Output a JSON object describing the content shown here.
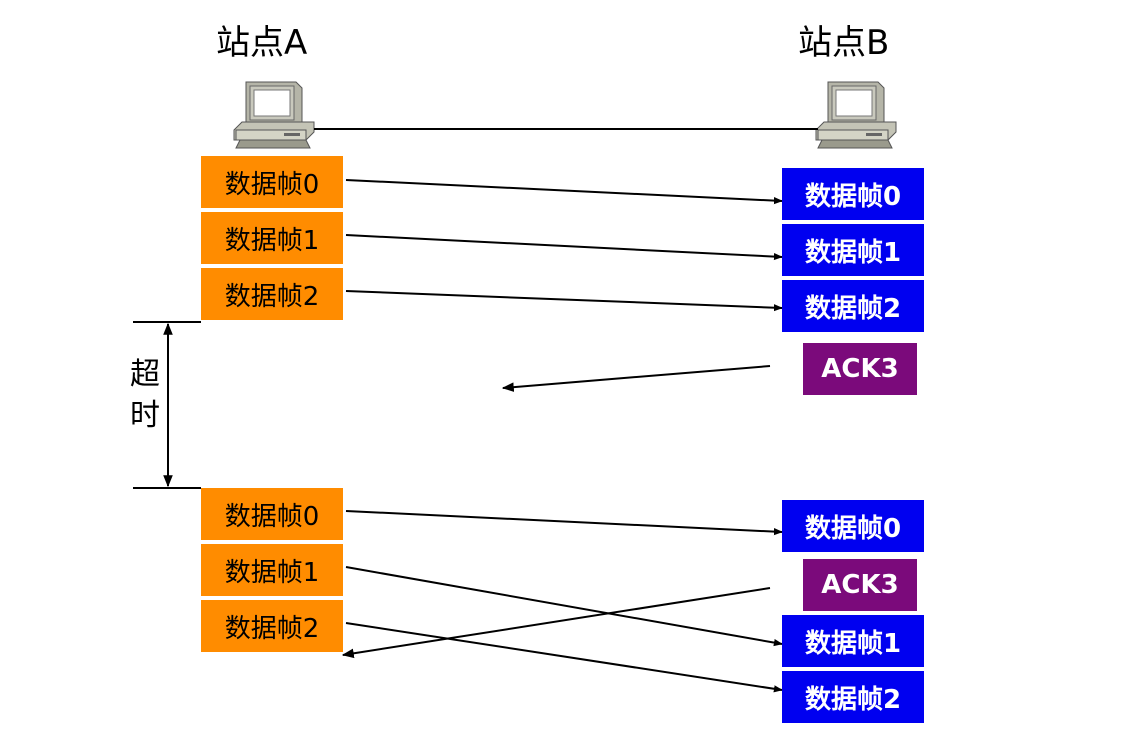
{
  "stations": {
    "a": {
      "label": "站点A"
    },
    "b": {
      "label": "站点B"
    }
  },
  "timeout": {
    "line1": "超",
    "line2": "时"
  },
  "sender_frames": [
    {
      "id": "a0",
      "label": "数据帧0"
    },
    {
      "id": "a1",
      "label": "数据帧1"
    },
    {
      "id": "a2",
      "label": "数据帧2"
    },
    {
      "id": "a3",
      "label": "数据帧0"
    },
    {
      "id": "a4",
      "label": "数据帧1"
    },
    {
      "id": "a5",
      "label": "数据帧2"
    }
  ],
  "receiver_frames": [
    {
      "id": "b0",
      "label": "数据帧0"
    },
    {
      "id": "b1",
      "label": "数据帧1"
    },
    {
      "id": "b2",
      "label": "数据帧2"
    },
    {
      "id": "b3",
      "label": "数据帧0"
    },
    {
      "id": "b4",
      "label": "数据帧1"
    },
    {
      "id": "b5",
      "label": "数据帧2"
    }
  ],
  "acks": [
    {
      "id": "ack1",
      "label": "ACK3"
    },
    {
      "id": "ack2",
      "label": "ACK3"
    }
  ],
  "colors": {
    "sender_frame": "#ff8c00",
    "receiver_frame": "#0000f0",
    "ack": "#7b0a7b"
  }
}
